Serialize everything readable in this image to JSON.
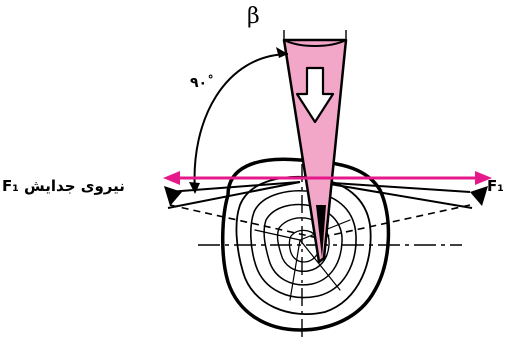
{
  "labels": {
    "angle_symbol": "β",
    "right_angle": "۹۰˚",
    "left_force": "F₁ نیروی جدایش",
    "right_force": "F₁"
  },
  "colors": {
    "wedge_fill": "#f2a6c8",
    "force_line": "#e6198a",
    "ink": "#000000"
  }
}
